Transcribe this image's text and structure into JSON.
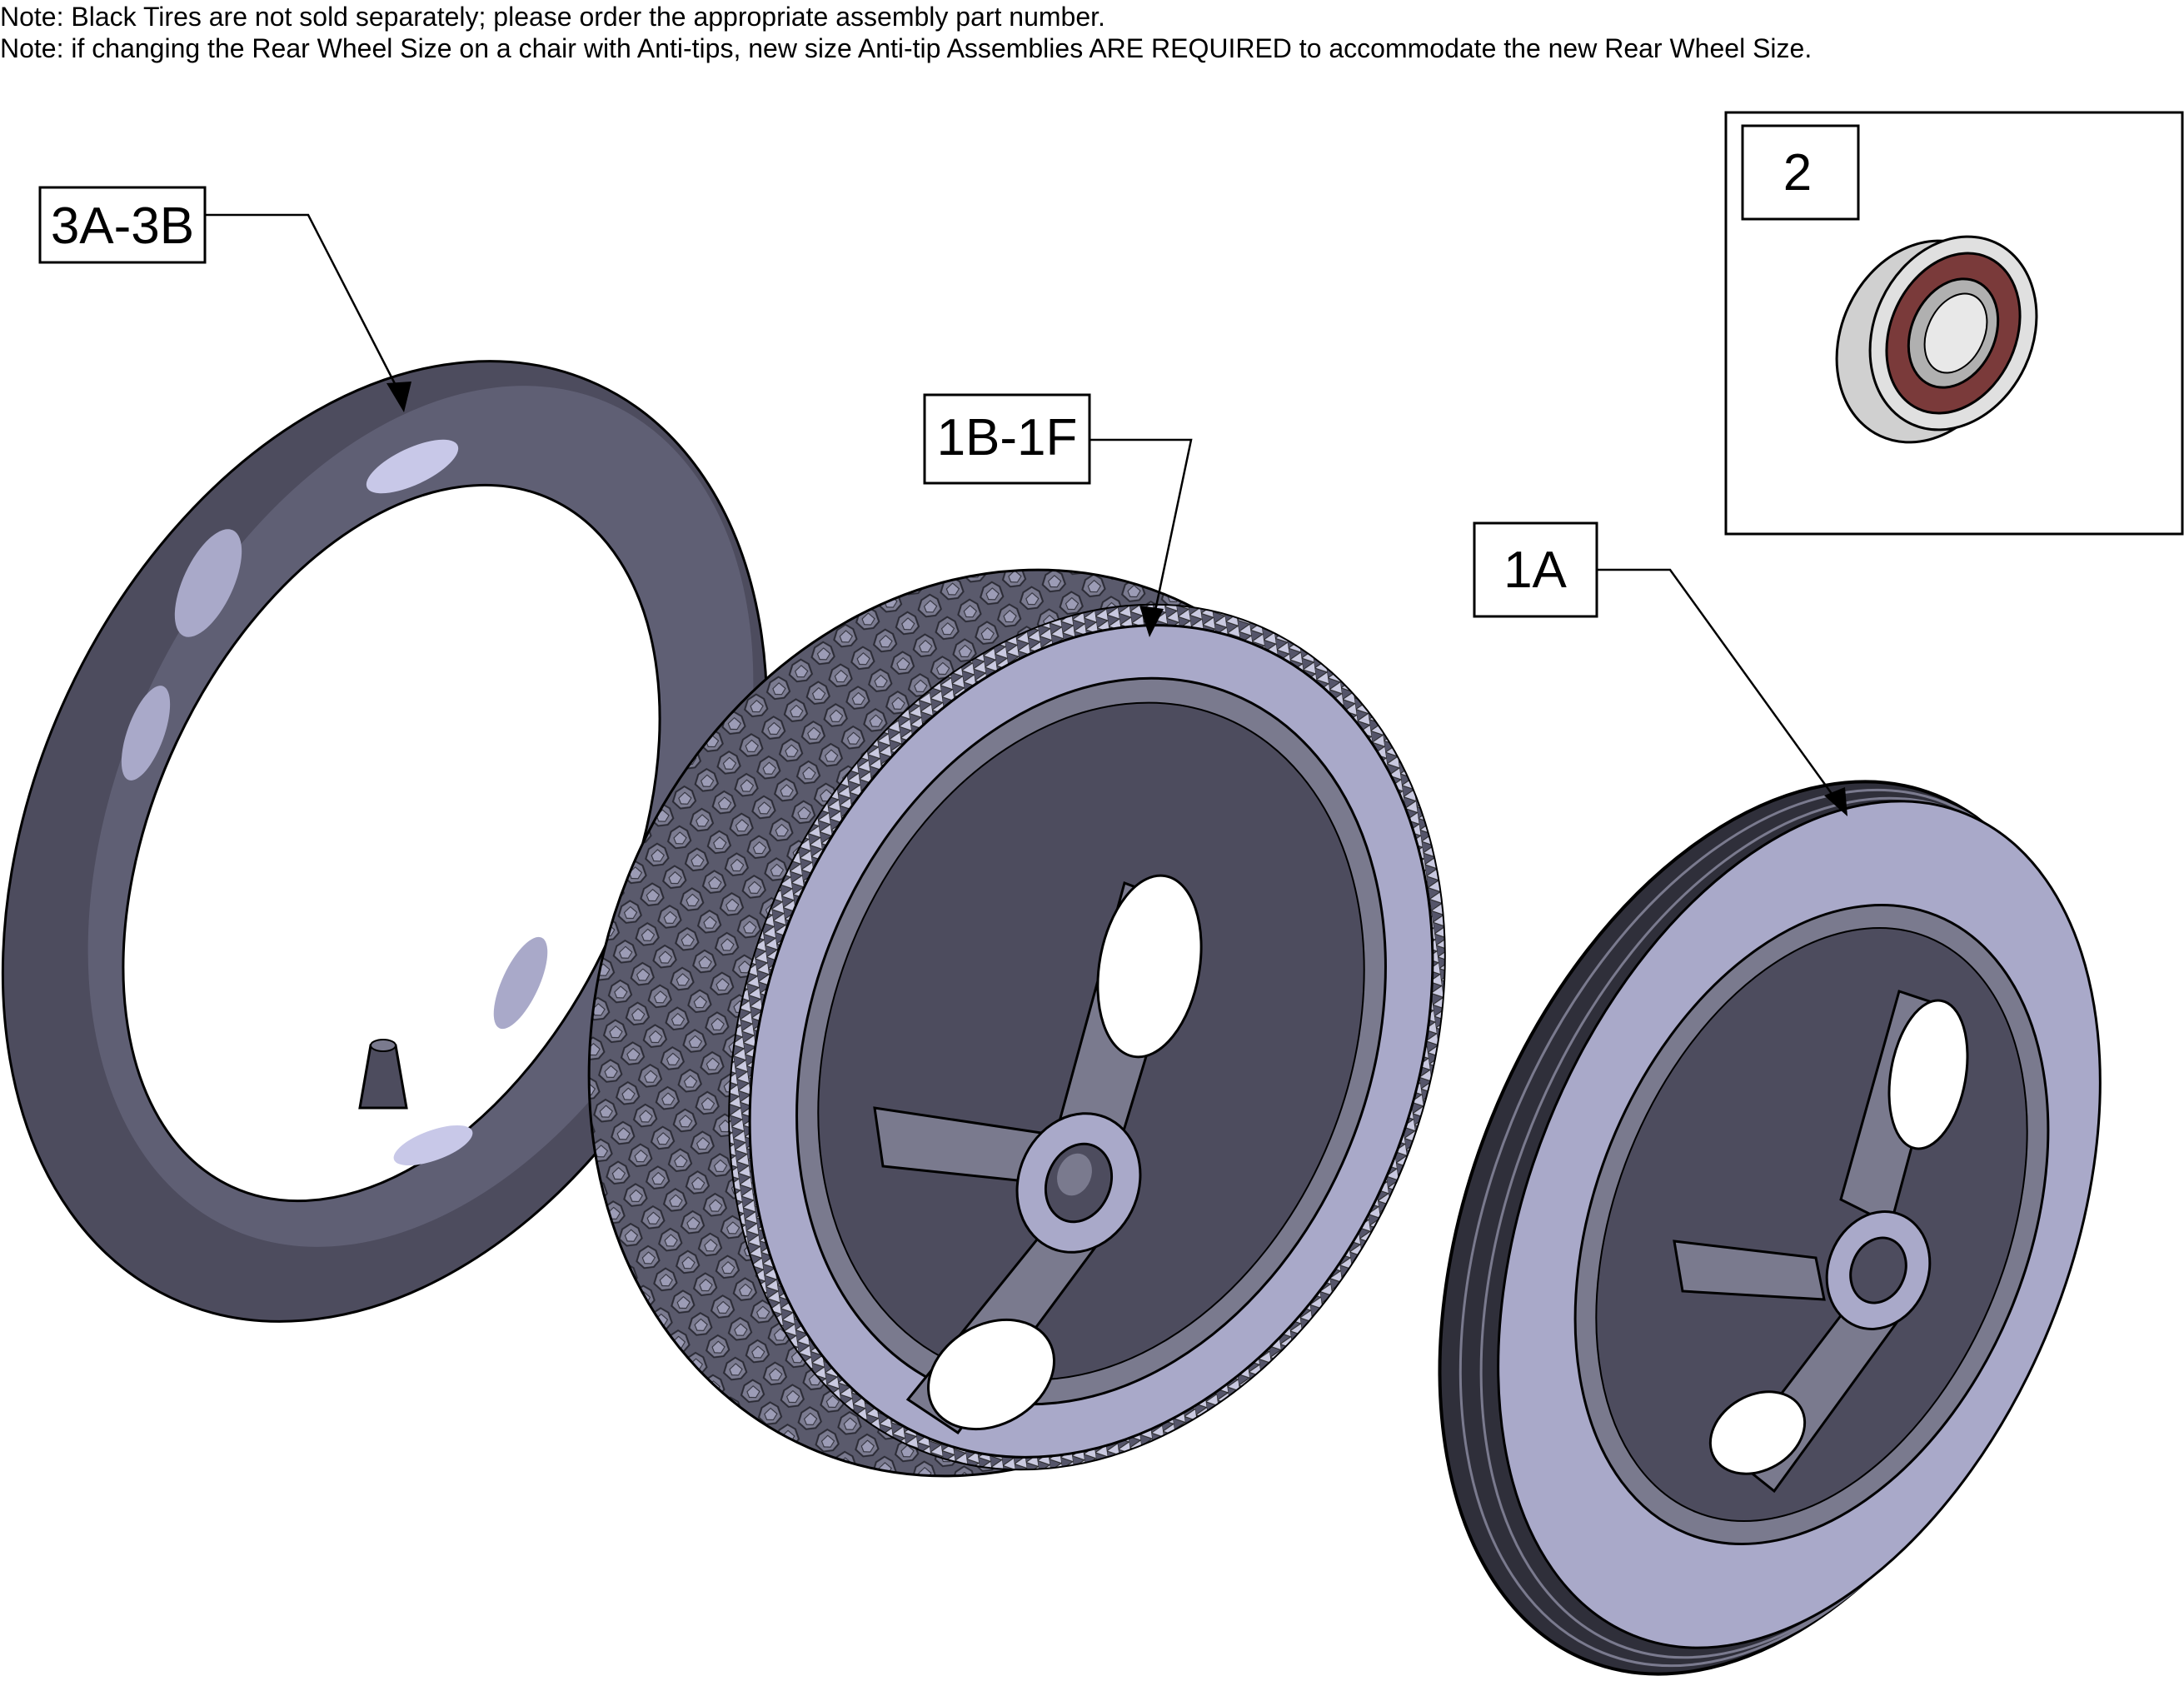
{
  "notes": [
    "Note: Black Tires are not sold separately; please order the appropriate assembly part number.",
    "Note: if changing the Rear Wheel Size on a chair with Anti-tips, new size Anti-tip Assemblies ARE REQUIRED to accommodate the new Rear Wheel Size."
  ],
  "callouts": {
    "inner_tube": "3A-3B",
    "pneumatic_wheel": "1B-1F",
    "solid_wheel": "1A",
    "bearing": "2"
  },
  "colors": {
    "tire_body": "#4d4c5e",
    "tire_mid": "#7a7a8e",
    "tire_light": "#a9a9c9",
    "highlight": "#c8c8e8",
    "bearing_seal": "#7a3a3a",
    "bearing_race": "#d0d0d0",
    "line": "#000000"
  }
}
